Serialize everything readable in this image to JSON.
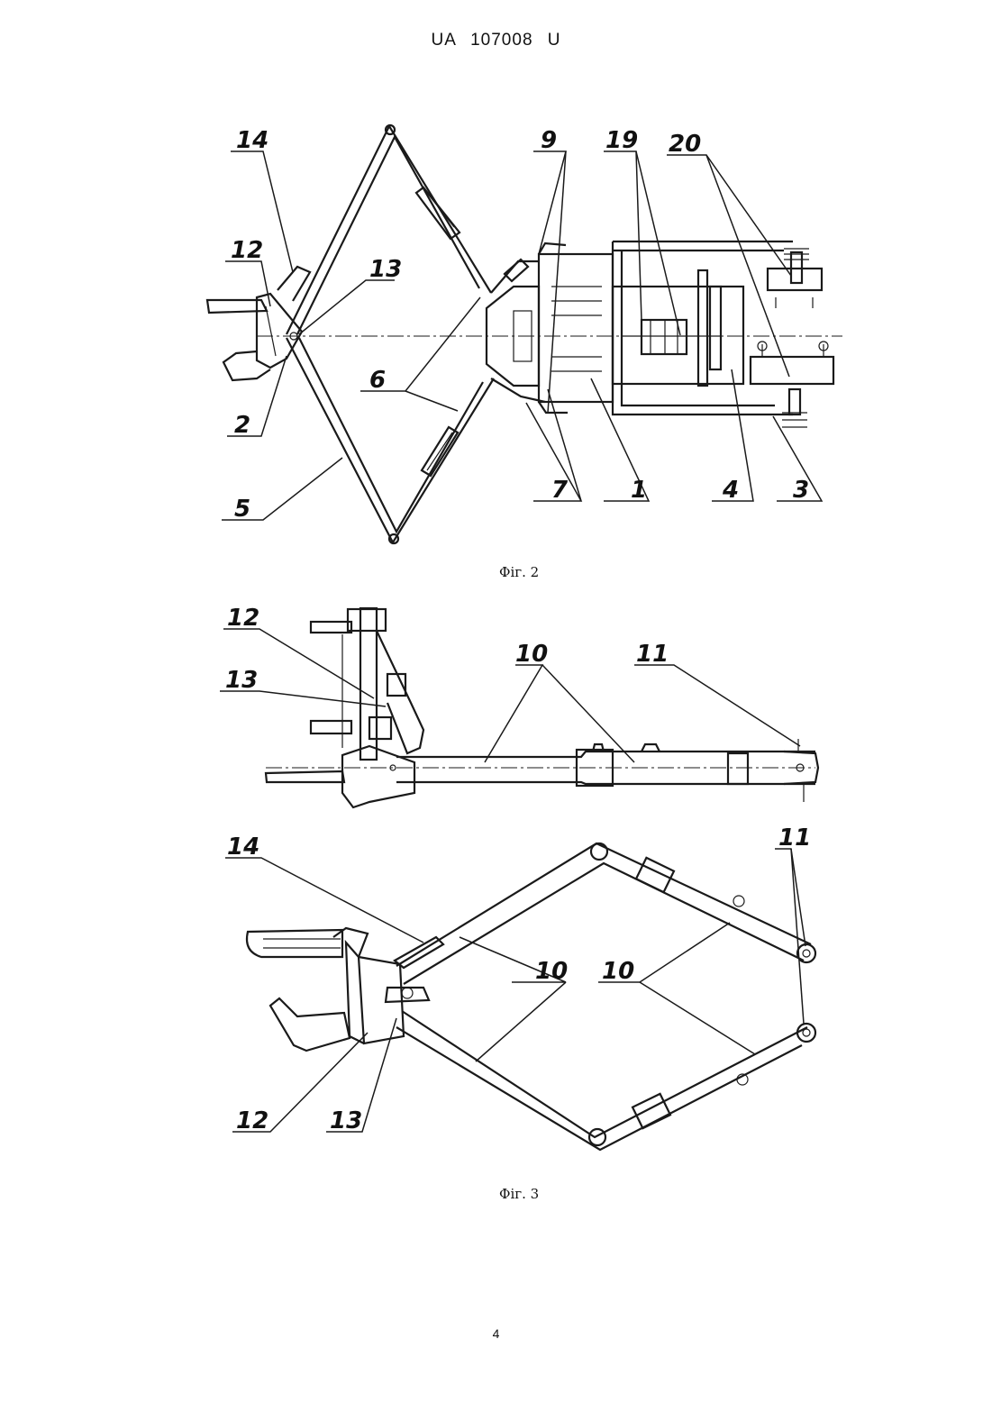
{
  "header": {
    "text": "UA   107008   U"
  },
  "page_number": "4",
  "figures": [
    {
      "caption": "Фіг. 2",
      "labels": {
        "l14": "14",
        "l12": "12",
        "l13": "13",
        "l2": "2",
        "l5": "5",
        "l6": "6",
        "l9": "9",
        "l19": "19",
        "l20": "20",
        "l7": "7",
        "l1": "1",
        "l4": "4",
        "l3": "3"
      }
    },
    {
      "caption": "Фіг. 3",
      "labels": {
        "a12": "12",
        "a13": "13",
        "a10": "10",
        "a11": "11",
        "b14": "14",
        "b10a": "10",
        "b10b": "10",
        "b11": "11",
        "b12": "12",
        "b13": "13"
      }
    }
  ]
}
